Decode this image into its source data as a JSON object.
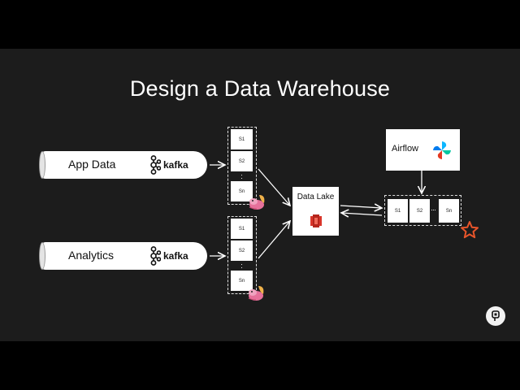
{
  "title": "Design a Data Warehouse",
  "sources": [
    {
      "label": "App Data",
      "broker": "kafka"
    },
    {
      "label": "Analytics",
      "broker": "kafka"
    }
  ],
  "queues": [
    {
      "segments": [
        "S1",
        "S2",
        "Sn"
      ]
    },
    {
      "segments": [
        "S1",
        "S2",
        "Sn"
      ]
    }
  ],
  "data_lake": {
    "label": "Data Lake"
  },
  "orchestrator": {
    "label": "Airflow"
  },
  "warehouse_queue": {
    "segments": [
      "S1",
      "S2",
      "Sn"
    ]
  },
  "icons": {
    "kafka": "kafka-logo-icon",
    "flink": "flink-squirrel-icon",
    "s3": "s3-bucket-icon",
    "airflow": "airflow-pinwheel-icon",
    "star": "star-outline-icon",
    "badge": "channel-logo-icon"
  },
  "colors": {
    "background": "#1c1c1c",
    "frame": "#000000",
    "accent": "#e8552b",
    "s3": "#d9352a"
  }
}
